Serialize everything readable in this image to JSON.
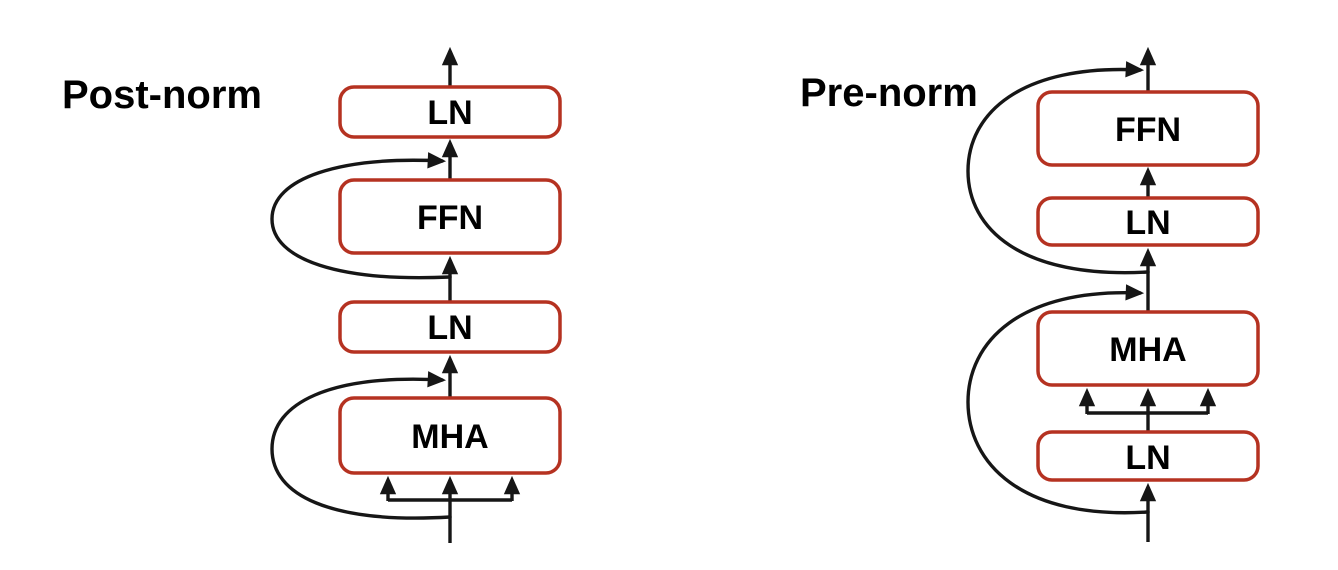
{
  "colors": {
    "box_border": "#b53221",
    "line": "#161616",
    "label": "#000000"
  },
  "left": {
    "title": "Post-norm",
    "blocks": [
      {
        "label": "LN"
      },
      {
        "label": "FFN"
      },
      {
        "label": "LN"
      },
      {
        "label": "MHA"
      }
    ]
  },
  "right": {
    "title": "Pre-norm",
    "blocks": [
      {
        "label": "FFN"
      },
      {
        "label": "LN"
      },
      {
        "label": "MHA"
      },
      {
        "label": "LN"
      }
    ]
  }
}
